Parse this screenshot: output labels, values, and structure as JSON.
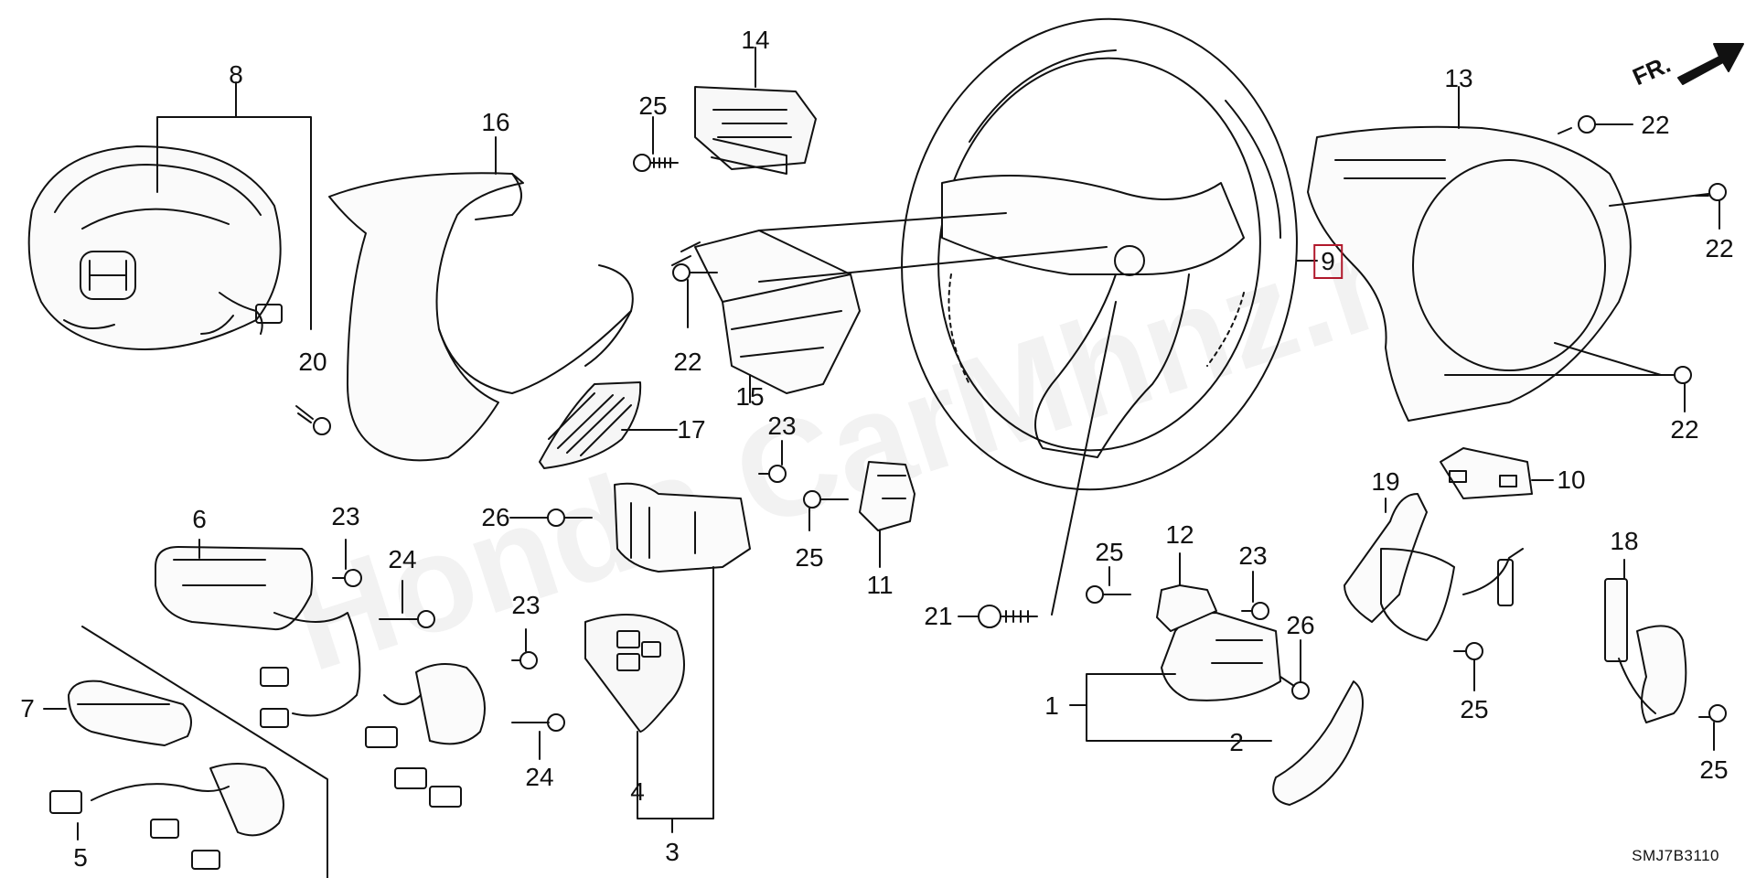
{
  "diagram": {
    "watermark": "Honda.CarMhnz.ru",
    "code": "SMJ7B3110",
    "orientation": "FR.",
    "callouts": [
      {
        "id": "c8",
        "text": "8"
      },
      {
        "id": "c20",
        "text": "20"
      },
      {
        "id": "c16",
        "text": "16"
      },
      {
        "id": "c14",
        "text": "14"
      },
      {
        "id": "c25a",
        "text": "25"
      },
      {
        "id": "c22a",
        "text": "22"
      },
      {
        "id": "c15",
        "text": "15"
      },
      {
        "id": "c17",
        "text": "17"
      },
      {
        "id": "c23a",
        "text": "23"
      },
      {
        "id": "c26a",
        "text": "26"
      },
      {
        "id": "c25b",
        "text": "25"
      },
      {
        "id": "c11",
        "text": "11"
      },
      {
        "id": "c9",
        "text": "9"
      },
      {
        "id": "c13",
        "text": "13"
      },
      {
        "id": "c22b",
        "text": "22"
      },
      {
        "id": "c22c",
        "text": "22"
      },
      {
        "id": "c22d",
        "text": "22"
      },
      {
        "id": "c10",
        "text": "10"
      },
      {
        "id": "c19",
        "text": "19"
      },
      {
        "id": "c18",
        "text": "18"
      },
      {
        "id": "c6",
        "text": "6"
      },
      {
        "id": "c23b",
        "text": "23"
      },
      {
        "id": "c24a",
        "text": "24"
      },
      {
        "id": "c23c",
        "text": "23"
      },
      {
        "id": "c24b",
        "text": "24"
      },
      {
        "id": "c7",
        "text": "7"
      },
      {
        "id": "c5",
        "text": "5"
      },
      {
        "id": "c4",
        "text": "4"
      },
      {
        "id": "c3",
        "text": "3"
      },
      {
        "id": "c21",
        "text": "21"
      },
      {
        "id": "c25c",
        "text": "25"
      },
      {
        "id": "c12",
        "text": "12"
      },
      {
        "id": "c23d",
        "text": "23"
      },
      {
        "id": "c26b",
        "text": "26"
      },
      {
        "id": "c1",
        "text": "1"
      },
      {
        "id": "c2",
        "text": "2"
      },
      {
        "id": "c25d",
        "text": "25"
      },
      {
        "id": "c25e",
        "text": "25"
      }
    ]
  }
}
